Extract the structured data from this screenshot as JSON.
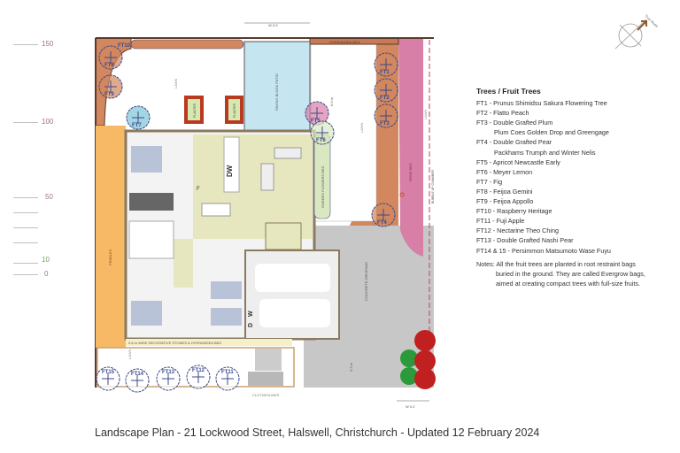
{
  "title": "Landscape Plan - 21 Lockwood Street, Halswell, Christchurch - Updated 12 February 2024",
  "scale_labels": [
    "150",
    "100",
    "50",
    "10",
    "0"
  ],
  "compass_label": "True North",
  "legend": {
    "title": "Trees / Fruit Trees",
    "items": [
      {
        "text": "FT1 - Prunus Shimidsu Sakura Flowering Tree"
      },
      {
        "text": "FT2 - Flatto Peach"
      },
      {
        "text": "FT3 - Double Grafted Plum",
        "sub": "Plum Coes Golden Drop and Greengage"
      },
      {
        "text": "FT4 - Double Grafted Pear",
        "sub": "Packhams Trumph and Winter Nelis"
      },
      {
        "text": "FT5 - Apricot Newcastle Early"
      },
      {
        "text": "FT6 - Meyer Lemon"
      },
      {
        "text": "FT7 - Fig"
      },
      {
        "text": "FT8 - Feijoa Gemini"
      },
      {
        "text": "FT9 - Feijoa Appollo"
      },
      {
        "text": "FT10 - Raspberry Heritage"
      },
      {
        "text": "FT11 - Fuji Apple"
      },
      {
        "text": "FT12 - Nectarine Theo Ching"
      },
      {
        "text": "FT13 - Double Grafted Nashi Pear"
      },
      {
        "text": "FT14 & 15 - Persimmon Matsumoto Wase Fuyu"
      }
    ],
    "notes": [
      "Notes: All the fruit trees are planted in root restraint bags",
      "buried in the ground. They are called Evergrow bags,",
      "aimed at creating compact trees with full-size fruits."
    ]
  },
  "plan_labels": {
    "paving": "PAVING BLOCK PATIO",
    "lawn": "LAWN",
    "planter": "PLANTER",
    "rose_bed": "ROSE BED",
    "hydrangea_bed": "HYDRANGEA BED",
    "garden_flowers_bed": "GARDEN FLOWERS BED",
    "bubble_up": "BUBBLE UP CHAMBER",
    "driveway": "CONCRETE DRIVEWAY",
    "pebbles": "PEBBLES",
    "stones_bed": "0.6 m WIDE DECORATIVE STONES & HYDRANGEA BED",
    "clotheslines": "CLOTHESLINES",
    "dw": "DW",
    "f": "F",
    "d": "D",
    "w": "W",
    "dim_6m": "6.0 m",
    "dim_top": "W 0.9",
    "dim_33": "3.3 m",
    "dim_bottom": "W 0.2"
  },
  "trees": [
    "FT1",
    "FT2",
    "FT3",
    "FT4",
    "FT5",
    "FT6",
    "FT7",
    "FT8",
    "FT9",
    "FT10",
    "FT11",
    "FT12",
    "FT13",
    "FT14",
    "FT15"
  ],
  "colors": {
    "bed": "#d2875e",
    "rose": "#d77fa6",
    "patio": "#c5e5f1",
    "living": "#e6e6bf",
    "pebbles": "#f7b965",
    "driveway": "#c7c7c7",
    "tree_outline": "#3b4a8a"
  }
}
